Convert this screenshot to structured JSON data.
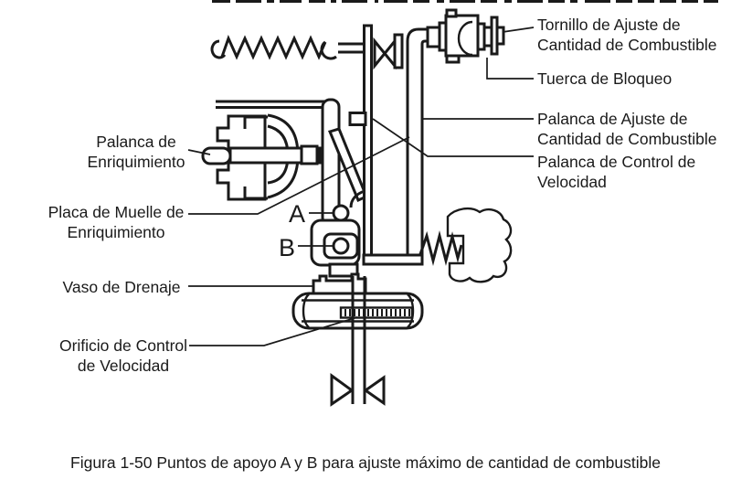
{
  "figure": {
    "caption": "Figura 1-50  Puntos de apoyo A y B para ajuste máximo de cantidad de combustible",
    "labels": {
      "tornillo": [
        "Tornillo de Ajuste de",
        "Cantidad de Combustible"
      ],
      "tuerca": [
        "Tuerca de Bloqueo"
      ],
      "palanca_ajuste": [
        "Palanca de Ajuste de",
        "Cantidad de Combustible"
      ],
      "palanca_control": [
        "Palanca de Control de",
        "Velocidad"
      ],
      "palanca_enriquimiento": [
        "Palanca de",
        "Enriquimiento"
      ],
      "placa_muelle": [
        "Placa de Muelle de",
        "Enriquimiento"
      ],
      "vaso": [
        "Vaso de Drenaje"
      ],
      "orificio": [
        "Orificio de Control",
        "de Velocidad"
      ],
      "point_a": "A",
      "point_b": "B"
    },
    "colors": {
      "line": "#1a1a1a",
      "background": "#ffffff"
    }
  }
}
